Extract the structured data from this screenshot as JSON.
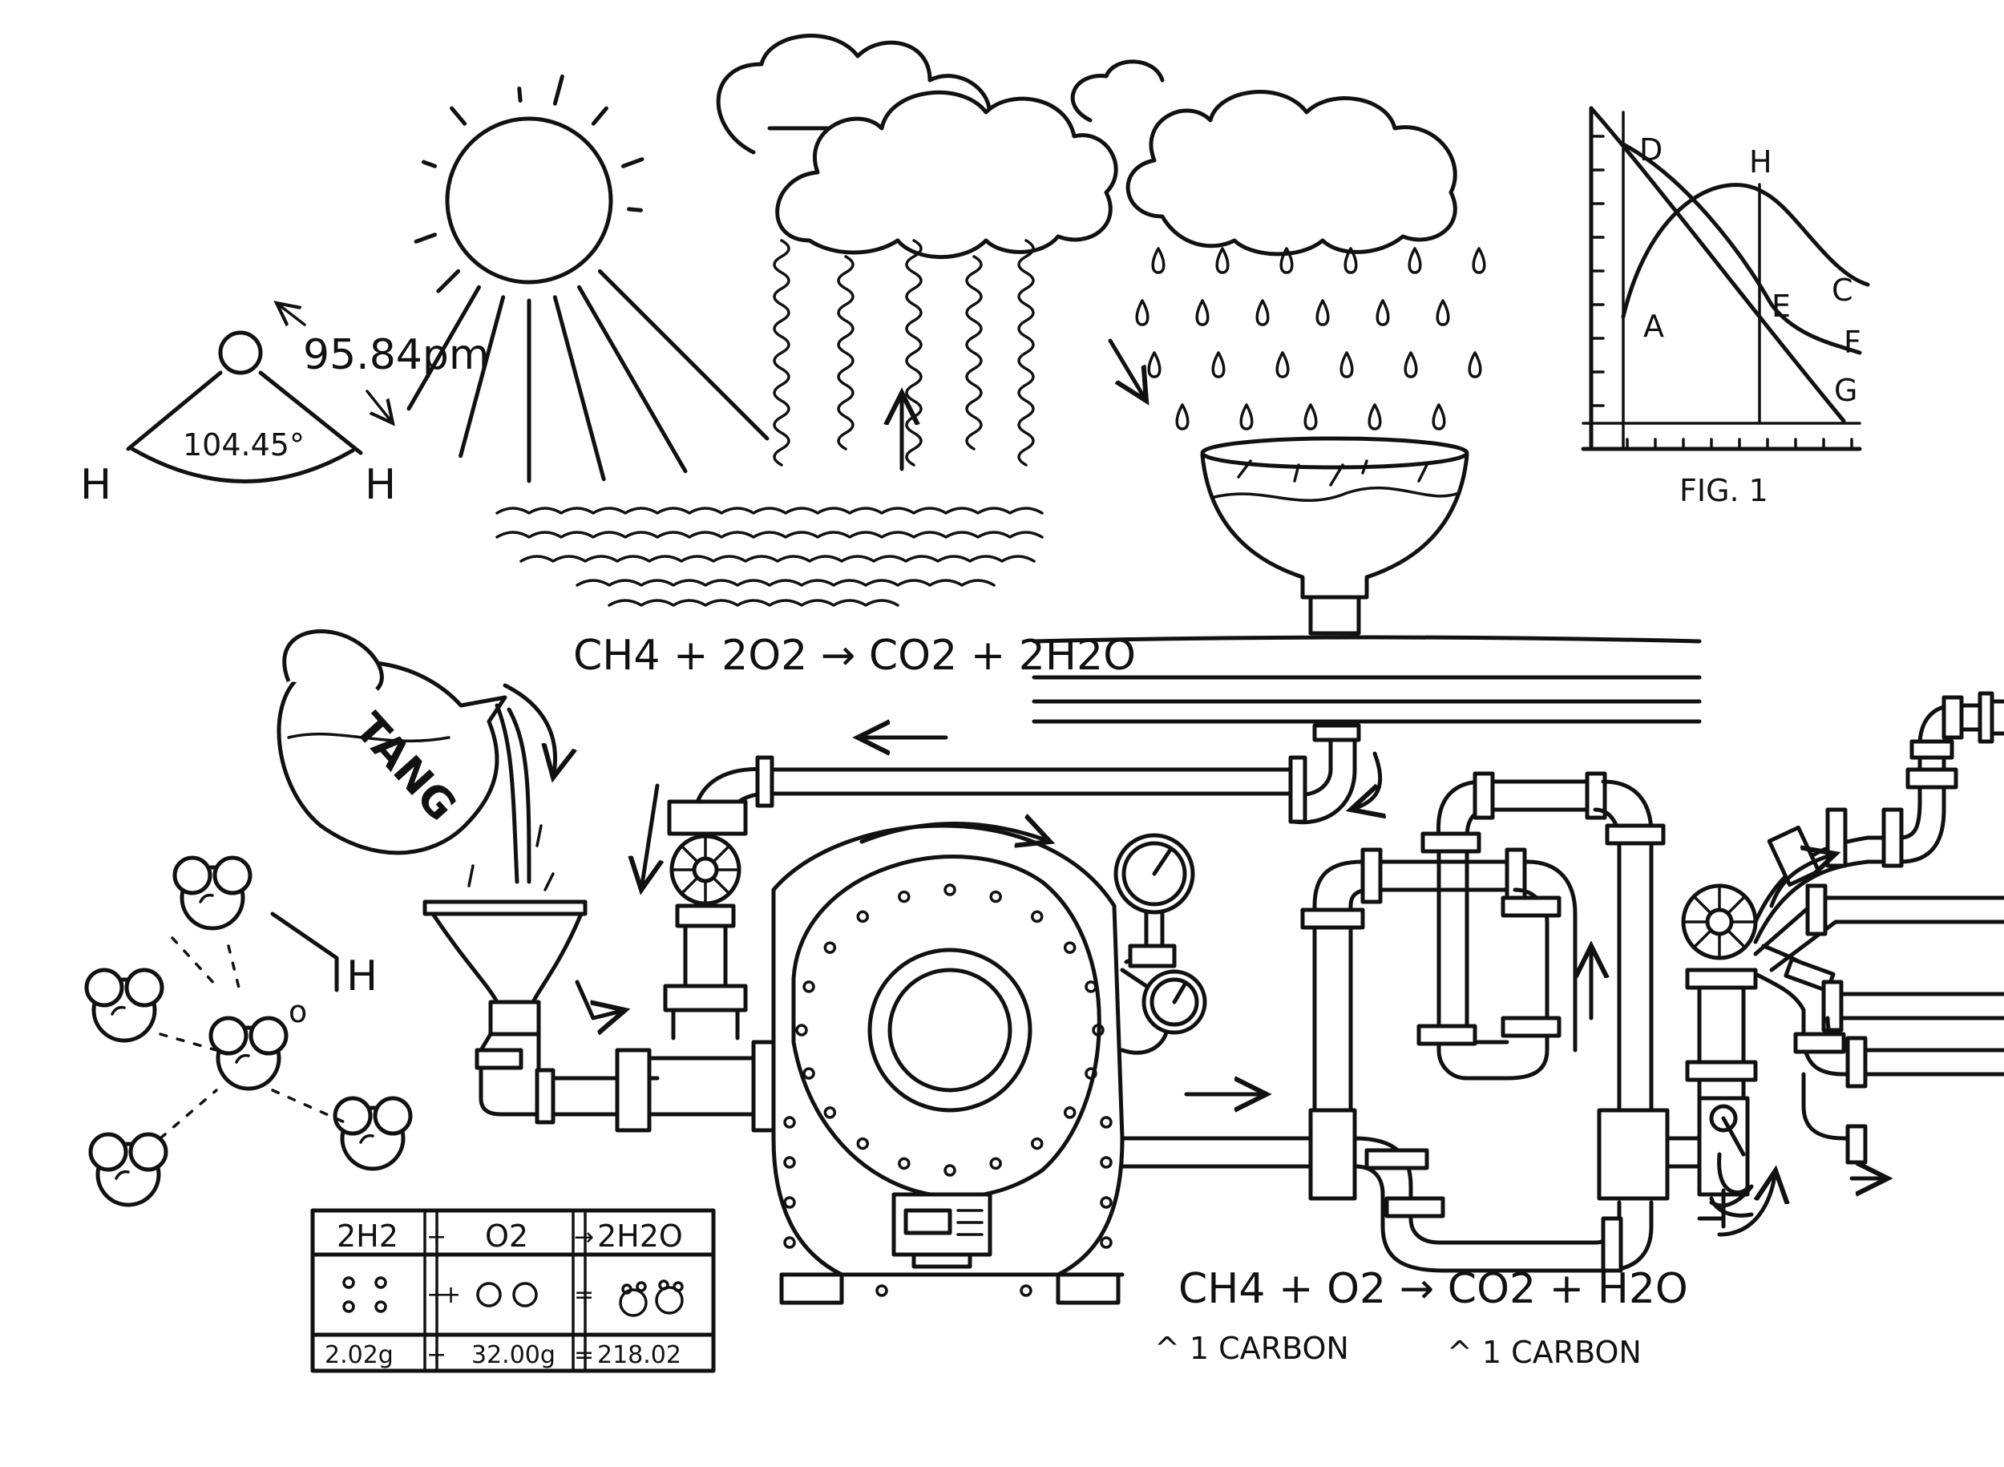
{
  "water_molecule": {
    "bond_length": "95.84pm",
    "bond_angle": "104.45°",
    "atom_left": "H",
    "atom_right": "H"
  },
  "equations": {
    "methane_combustion_balanced": "CH4 + 2O2 → CO2 + 2H2O",
    "methane_combustion_unbalanced": "CH4 + O2 → CO2 + H2O",
    "carbon_note_left": "^ 1 CARBON",
    "carbon_note_right": "^ 1 CARBON"
  },
  "pitcher": {
    "label": "TANG"
  },
  "hydrogen_label": "H",
  "oxygen_small_label": "o",
  "figure": {
    "caption": "FIG. 1",
    "curve_labels": [
      "A",
      "C",
      "D",
      "E",
      "F",
      "G",
      "H"
    ]
  },
  "stoichiometry_table": {
    "headers": [
      "2H2",
      "+",
      "O2",
      "→",
      "2H2O"
    ],
    "symbol_row": [
      "+",
      "=",
      "+"
    ],
    "mass_row": [
      "2.02g",
      "+",
      "32.00g",
      "=",
      "218.02"
    ]
  }
}
